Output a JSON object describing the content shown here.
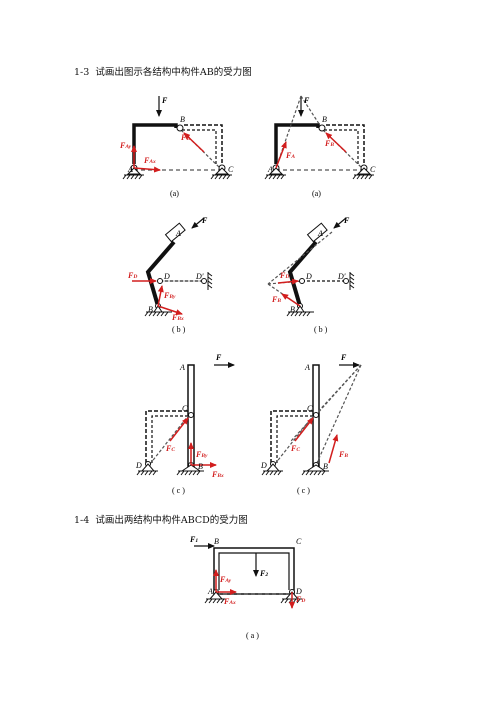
{
  "problems": [
    {
      "number": "1-3",
      "title": "试画出图示各结构中构件AB的受力图"
    },
    {
      "number": "1-4",
      "title": "试画出两结构中构件ABCD的受力图"
    }
  ],
  "colors": {
    "force": "#d21e1e",
    "structure": "#111111",
    "guide": "#555555"
  },
  "figures": {
    "a_left": {
      "caption": "(a)",
      "F": "F",
      "B": "B",
      "A": "A",
      "C": "C",
      "FB": "F",
      "FB_sub": "B",
      "FAy": "F",
      "FAy_sub": "Ay",
      "FAx": "F",
      "FAx_sub": "Ax"
    },
    "a_right": {
      "caption": "(a)",
      "F": "F",
      "B": "B",
      "A": "A",
      "C": "C",
      "FB": "F",
      "FB_sub": "B",
      "FA": "F",
      "FA_sub": "A"
    },
    "b_left": {
      "caption": "( b )",
      "F": "F",
      "A": "A",
      "D": "D",
      "D2": "D'",
      "B": "B",
      "FD": "F",
      "FD_sub": "D",
      "FBy": "F",
      "FBy_sub": "By",
      "FBx": "F",
      "FBx_sub": "Bx"
    },
    "b_right": {
      "caption": "( b )",
      "F": "F",
      "A": "A",
      "D": "D",
      "D2": "D'",
      "B": "B",
      "FD": "F",
      "FD_sub": "D",
      "FB": "F",
      "FB_sub": "B"
    },
    "c_left": {
      "caption": "( c )",
      "F": "F",
      "A": "A",
      "C": "C",
      "D": "D",
      "B": "B",
      "FC": "F",
      "FC_sub": "C",
      "FBy": "F",
      "FBy_sub": "By",
      "FBx": "F",
      "FBx_sub": "Bx"
    },
    "c_right": {
      "caption": "( c )",
      "F": "F",
      "A": "A",
      "C": "C",
      "D": "D",
      "B": "B",
      "FC": "F",
      "FC_sub": "C",
      "FB": "F",
      "FB_sub": "B"
    },
    "n4": {
      "caption": "( a )",
      "F1": "F",
      "F1_sub": "1",
      "F2": "F",
      "F2_sub": "2",
      "B": "B",
      "C": "C",
      "A": "A",
      "D": "D",
      "FAy": "F",
      "FAy_sub": "Ay",
      "FAx": "F",
      "FAx_sub": "Ax",
      "FD": "F",
      "FD_sub": "D"
    }
  }
}
